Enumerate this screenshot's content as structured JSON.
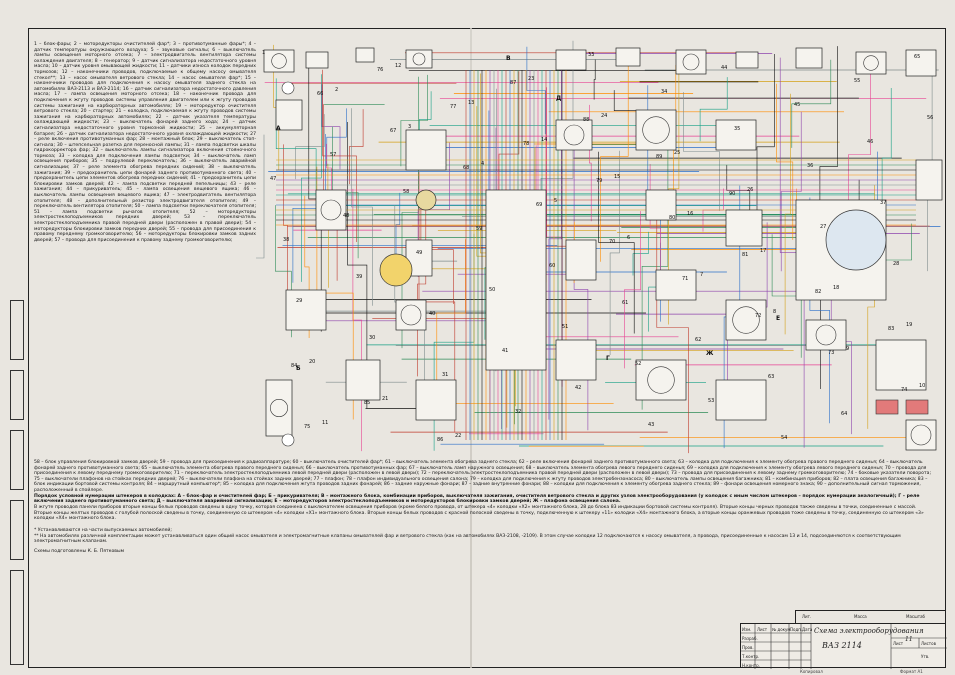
{
  "legend": {
    "text": "1 – блок-фары; 2 – моторедукторы очистителей фар*; 3 – противотуманные фары*; 4 – датчик температуры окружающего воздуха; 5 – звуковые сигналы; 6 – выключатель лампы освещения моторного отсека; 7 – электродвигатель вентилятора системы охлаждения двигателя; 8 – генератор; 9 – датчик сигнализатора недостаточного уровня масла; 10 – датчик уровня омывающей жидкости; 11 – датчики износа колодок передних тормозов; 12 – наконечники проводов, подключаемые к общему насосу омывателя стекол**; 13 – насос омывателя ветрового стекла; 14 – насос омывателя фар*; 15 – наконечники проводов для подключения к насосу омывателя заднего стекла на автомобилях ВАЗ-2113 и ВАЗ-2114; 16 – датчик сигнализатора недостаточного давления масла; 17 – лампа освещения моторного отсека; 18 – наконечник провода для подключения к жгуту проводов системы управления двигателем или к жгуту проводов системы зажигания на карбюраторных автомобилях; 19 – моторедуктор очистителя ветрового стекла; 20 – стартер; 21 – колодка, подключаемая к жгуту проводов системы зажигания на карбюраторных автомобилях; 22 – датчик указателя температуры охлаждающей жидкости; 23 – выключатель фонарей заднего хода; 24 – датчик сигнализатора недостаточного уровня тормозной жидкости; 25 – аккумуляторная батарея; 26 – датчик сигнализатора недостаточного уровня охлаждающей жидкости; 27 – реле включения противотуманных фар; 28 – монтажный блок; 29 – выключатель стоп-сигнала; 30 – штепсельная розетка для переносной лампы; 31 – лампа подсветки шкалы гидрокорректора фар; 32 – выключатель лампы сигнализатора включения стояночного тормоза; 33 – колодка для подключения лампы подсветки; 34 – выключатель ламп освещения приборов; 35 – подрулевой переключатель; 36 – выключатель аварийной сигнализации; 37 – реле элемента обогрева передних сидений; 38 – выключатель зажигания; 39 – предохранитель цепи фонарей заднего противотуманного света; 40 – предохранитель цепи элементов обогрева передних сидений; 41 – предохранитель цепи блокировки замков дверей; 42 – лампа подсветки передней пепельницы; 43 – реле зажигания; 44 – прикуриватель; 45 – лампа освещения вещевого ящика; 46 – выключатель лампы освещения вещевого ящика; 47 – электродвигатель вентилятора отопителя; 48 – дополнительный резистор электродвигателя отопителя; 49 – переключатель вентилятора отопителя; 50 – лампа подсветки переключателя отопителя; 51 – лампа подсветки рычагов отопителя; 52 – моторедукторы электростеклоподъемников передних дверей; 53 – переключатель электростеклоподъемника правой передней двери (расположен в правой двери); 54 – моторедукторы блокировки замков передних дверей; 55 – провода для присоединения к правому переднему громкоговорителю; 56 – моторедукторы блокировки замков задних дверей; 57 – провода для присоединения к правому заднему громкоговорителю;"
  },
  "bottom": {
    "legend_cont": "58 – блок управления блокировкой замков дверей; 59 – провода для присоединения к радиоаппаратуре; 60 – выключатель очистителей фар*; 61 – выключатель элемента обогрева заднего стекла; 62 – реле включения фонарей заднего противотуманного света; 63 – колодка для подключения к элементу обогрева правого переднего сиденья; 64 – выключатель фонарей заднего противотуманного света; 65 – выключатель элемента обогрева правого переднего сиденья; 66 – выключатель противотуманных фар; 67 – выключатель ламп наружного освещения; 68 – выключатель элемента обогрева левого переднего сиденья; 69 – колодка для подключения к элементу обогрева левого переднего сиденья; 70 – провода для присоединения к левому переднему громкоговорителю; 71 – переключатель электростеклоподъемника левой передней двери (расположен в левой двери); 72 – переключатель электростеклоподъемника правой передней двери (расположен в левой двери); 73 – провода для присоединения к левому заднему громкоговорителю; 74 – боковые указатели поворота; 75 – выключатели плафонов на стойках передних дверей; 76 – выключатели плафона на стойках задних дверей; 77 – плафон; 78 – плафон индивидуального освещения салона; 79 – колодка для подключения к жгуту проводов электробензонасоса; 80 – выключатель лампы освещения багажника; 81 – комбинация приборов; 82 – плата освещения багажника; 83 – блок индикации бортовой системы контроля; 84 – маршрутный компьютер*; 85 – колодка для подключения жгута проводов задних фонарей; 86 – задние наружные фонари; 87 – задние внутренние фонари; 88 – колодки для подключения к элементу обогрева заднего стекла; 89 – фонари освещения номерного знака; 90 – дополнительный сигнал торможения, расположенный в спойлере.",
    "connectors": "Порядок условной нумерации штекеров в колодках: А – блок-фар и очистителей фар; Б – прикуривателя; В – монтажного блока, комбинации приборов, выключателя зажигания, очистителя ветрового стекла и других узлов электрооборудования (у колодок с иным числом штекеров – порядок нумерации аналогичный); Г – реле включения заднего противотуманного света; Д – выключателя аварийной сигнализации; Е – моторедукторов электростеклоподъемников и моторедукторов блокировки замков дверей; Ж – плафона освещения салона.",
    "mass": "В жгуте проводов панели приборов вторые концы белых проводов сведены в одну точку, которая соединена с выключателем освещения приборов (кроме белого провода, от штекера «4» колодки «Х2» монтажного блока, 28 до блока 83 индикации бортовой системы контроля). Вторые концы черных проводов также сведены в точки, соединенные с массой. Вторые концы желтых проводов с голубой полоской сведены в точку, соединенную со штекером «4» колодки «Х1» монтажного блока. Вторые концы белых проводов с красной полоской сведены в точку, подключенную к штекеру «11» колодки «Х4» монтажного блока, а вторые концы оранжевых проводов тоже сведены в точку, соединенную со штекером «3» колодки «Х4» монтажного блока.",
    "note1": "* Устанавливаются на части выпускаемых автомобилей;",
    "note2": "** На автомобилях различной комплектации может устанавливаться один общий насос омывателя и электромагнитные клапаны омывателей фар и ветрового стекла (как на автомобилях ВАЗ-2108, -2109). В этом случае колодки 12 подключаются к насосу омывателя, а провода, присоединенные к насосам 13 и 14, подсоединяются к соответствующим электромагнитным клапанам.",
    "author": "Схемы подготовлены К. Б. Пятковым"
  },
  "title_block": {
    "title": "Схема электрооборудования",
    "model": "ВАЗ 2114",
    "sheet": "11",
    "col_lit": "Лит.",
    "col_mass": "Масса",
    "col_scale": "Масштаб",
    "sheet_lbl": "Лист",
    "sheets_lbl": "Листов",
    "razrab": "Разраб.",
    "prov": "Пров.",
    "tkontr": "Т.контр.",
    "nkontr": "Н.контр.",
    "utv": "Утв.",
    "izm": "Изм.",
    "list": "Лист",
    "ndok": "№ докум.",
    "podp": "Подп.",
    "data": "Дата",
    "kopir": "Копировал",
    "format": "Формат А1"
  },
  "diagram": {
    "zone_labels": [
      "А",
      "Б",
      "В",
      "Г",
      "Д",
      "Е",
      "Ж"
    ],
    "component_numbers": [
      "1",
      "2",
      "3",
      "4",
      "5",
      "6",
      "7",
      "8",
      "9",
      "10",
      "11",
      "12",
      "13",
      "14",
      "15",
      "16",
      "17",
      "18",
      "19",
      "20",
      "21",
      "22",
      "23",
      "24",
      "25",
      "26",
      "27",
      "28",
      "29",
      "30",
      "31",
      "32",
      "33",
      "34",
      "35",
      "36",
      "37",
      "38",
      "39",
      "40",
      "41",
      "42",
      "43",
      "44",
      "45",
      "46",
      "47",
      "48",
      "49",
      "50",
      "51",
      "52",
      "53",
      "54",
      "55",
      "56",
      "57",
      "58",
      "59",
      "60",
      "61",
      "62",
      "63",
      "64",
      "65",
      "66",
      "67",
      "68",
      "69",
      "70",
      "71",
      "72",
      "73",
      "74",
      "75",
      "76",
      "77",
      "78",
      "79",
      "80",
      "81",
      "82",
      "83",
      "84",
      "85",
      "86",
      "87",
      "88",
      "89",
      "90"
    ],
    "wire_colors": [
      "#c0392b",
      "#2a6fc9",
      "#d4a017",
      "#2e8b57",
      "#111111",
      "#ff8c00",
      "#8e44ad",
      "#7f8c8d",
      "#e84393",
      "#16a085"
    ]
  }
}
